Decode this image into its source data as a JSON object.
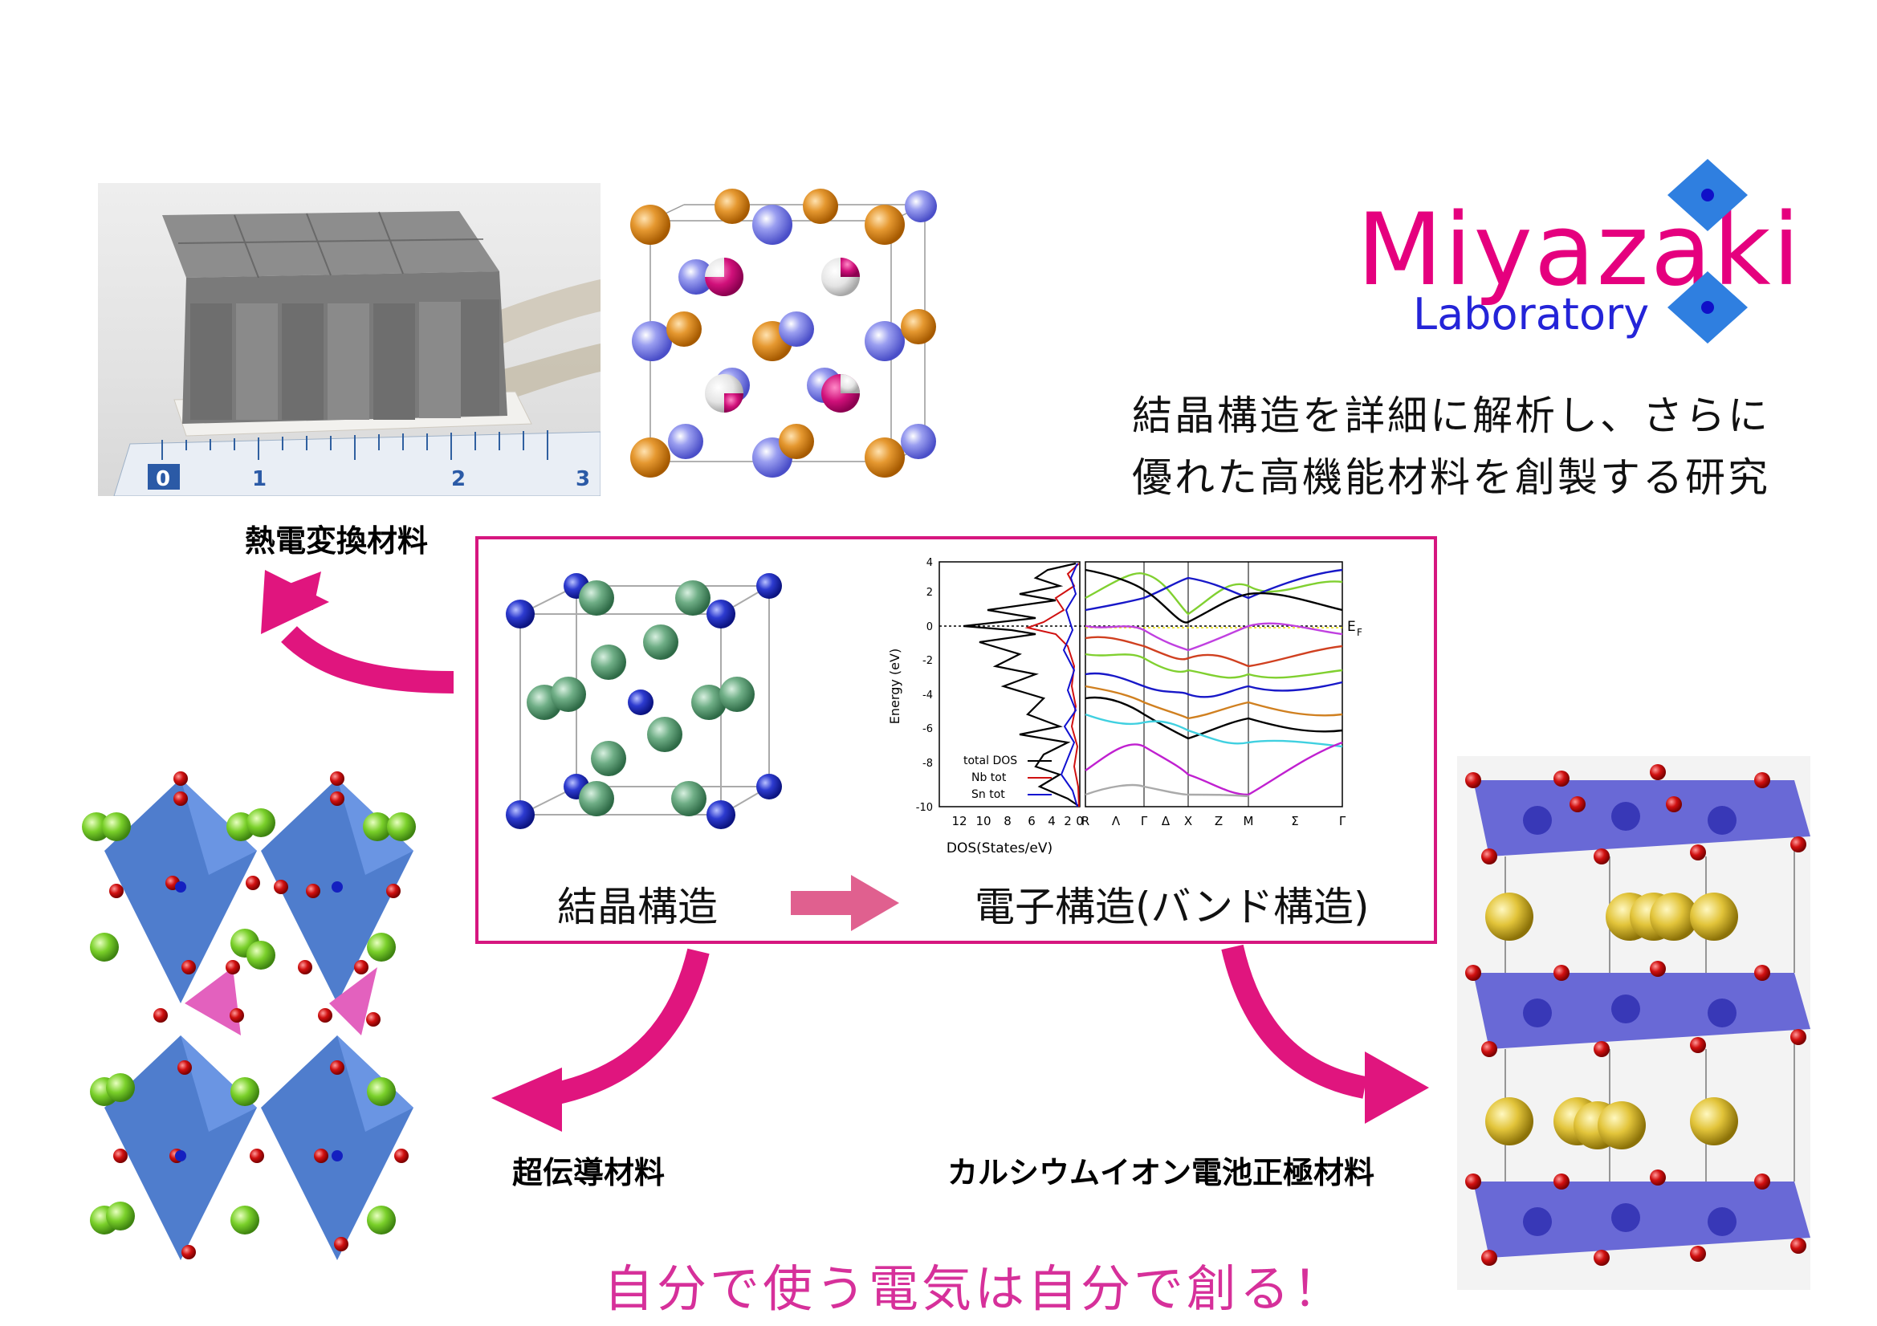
{
  "logo": {
    "word": "Miyazaki",
    "subtitle": "Laboratory",
    "colors": {
      "word": "#e5007e",
      "subtitle": "#2424d8",
      "diamond": "#2f7fe0",
      "dot": "#1010c8"
    }
  },
  "headline": {
    "line1": "結晶構造を詳細に解析し、さらに",
    "line2": "優れた高機能材料を創製する研究"
  },
  "labels": {
    "thermoelectric": "熱電変換材料",
    "superconductor": "超伝導材料",
    "calcium_battery": "カルシウムイオン電池正極材料",
    "crystal_structure": "結晶構造",
    "electronic_structure": "電子構造(バンド構造)"
  },
  "slogan": "自分で使う電気は自分で創る！",
  "ruler": {
    "ticks": [
      "0",
      "1",
      "2",
      "3"
    ]
  },
  "accent_color": "#e0157e",
  "dos_plot": {
    "ylabel": "Energy (eV)",
    "xlabel": "DOS(States/eV)",
    "yticks": [
      "4",
      "2",
      "0",
      "-2",
      "-4",
      "-6",
      "-8",
      "-10"
    ],
    "xticks": [
      "12",
      "10",
      "8",
      "6",
      "4",
      "2",
      "0"
    ],
    "legend": [
      {
        "name": "total DOS",
        "color": "#000000"
      },
      {
        "name": "Nb tot",
        "color": "#d01010"
      },
      {
        "name": "Sn tot",
        "color": "#1010d0"
      }
    ],
    "fermi_label": "E",
    "fermi_sub": "F",
    "kpoints": [
      "R",
      "Λ",
      "Γ",
      "Δ",
      "X",
      "Z",
      "M",
      "Σ",
      "Γ"
    ]
  }
}
